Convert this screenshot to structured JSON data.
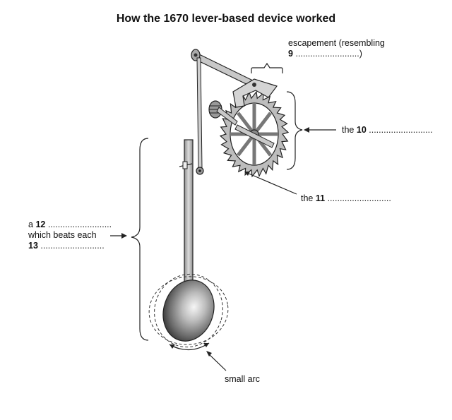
{
  "title": "How the 1670 lever-based device worked",
  "labels": {
    "escapement_line1": "escapement (resembling",
    "escapement_num": "9",
    "escapement_dots": "..........................)",
    "q10_prefix": "the",
    "q10_num": "10",
    "q10_dots": "..........................",
    "q11_prefix": "the",
    "q11_num": "11",
    "q11_dots": "..........................",
    "q12_prefix": "a",
    "q12_num": "12",
    "q12_dots": "..........................",
    "which_beats": "which beats each",
    "q13_num": "13",
    "q13_dots": "..........................",
    "small_arc": "small arc"
  },
  "colors": {
    "ink": "#222222",
    "gear_fill": "#bdbdbd",
    "rod_fill": "#c4c4c4",
    "bob_dark": "#333333",
    "bob_light": "#f4f4f4"
  }
}
